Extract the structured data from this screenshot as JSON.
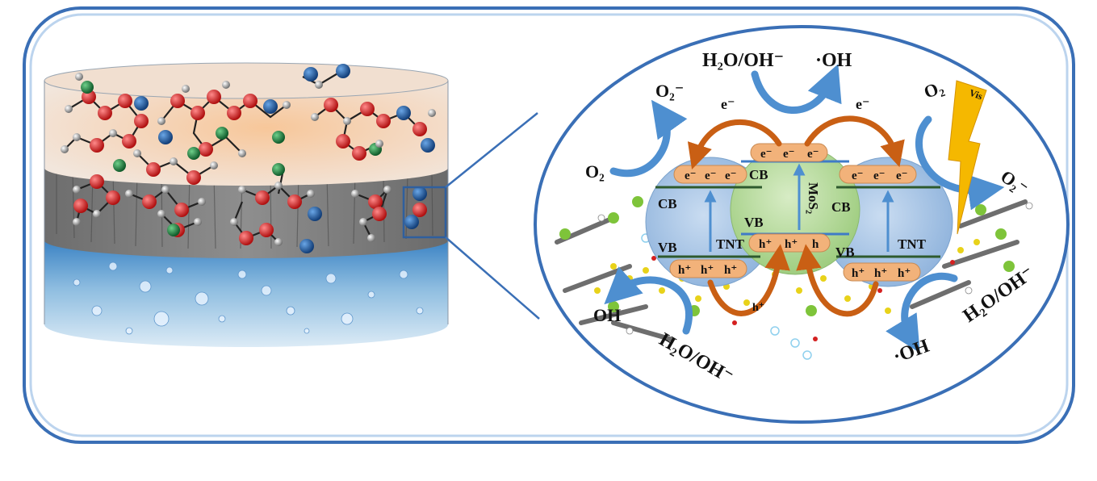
{
  "band": {
    "cb": "CB",
    "vb": "VB",
    "tnt": "TNT",
    "mos2": "MoS₂",
    "electron": "e⁻",
    "hole": "h⁺",
    "electrons_left": [
      "e⁻",
      "e⁻",
      "e⁻"
    ],
    "electrons_mid": [
      "e⁻",
      "e⁻",
      "e⁻"
    ],
    "electrons_right": [
      "e⁻",
      "e⁻",
      "e⁻"
    ],
    "holes_left": [
      "h⁺",
      "h⁺",
      "h⁺"
    ],
    "holes_mid": [
      "h⁺",
      "h⁺",
      "h"
    ],
    "holes_right": [
      "h⁺",
      "h⁺",
      "h⁺"
    ]
  },
  "species": {
    "o2": "O₂",
    "o2_radical": "O₂⁻",
    "h2o_oh": "H₂O/OH⁻",
    "oh_radical": "·OH",
    "oh_partial": "OH",
    "hole_small": "h⁺",
    "vis": "Vis"
  },
  "colors": {
    "frame": "#3a6fb6",
    "tnt_sphere": "#a9c6e8",
    "mos2_sphere": "#b8dca0",
    "carrier_pill": "#f2b27a",
    "arrow_orange": "#c95f14",
    "arrow_blue": "#4e8fd0",
    "lightning": "#f5b800"
  }
}
